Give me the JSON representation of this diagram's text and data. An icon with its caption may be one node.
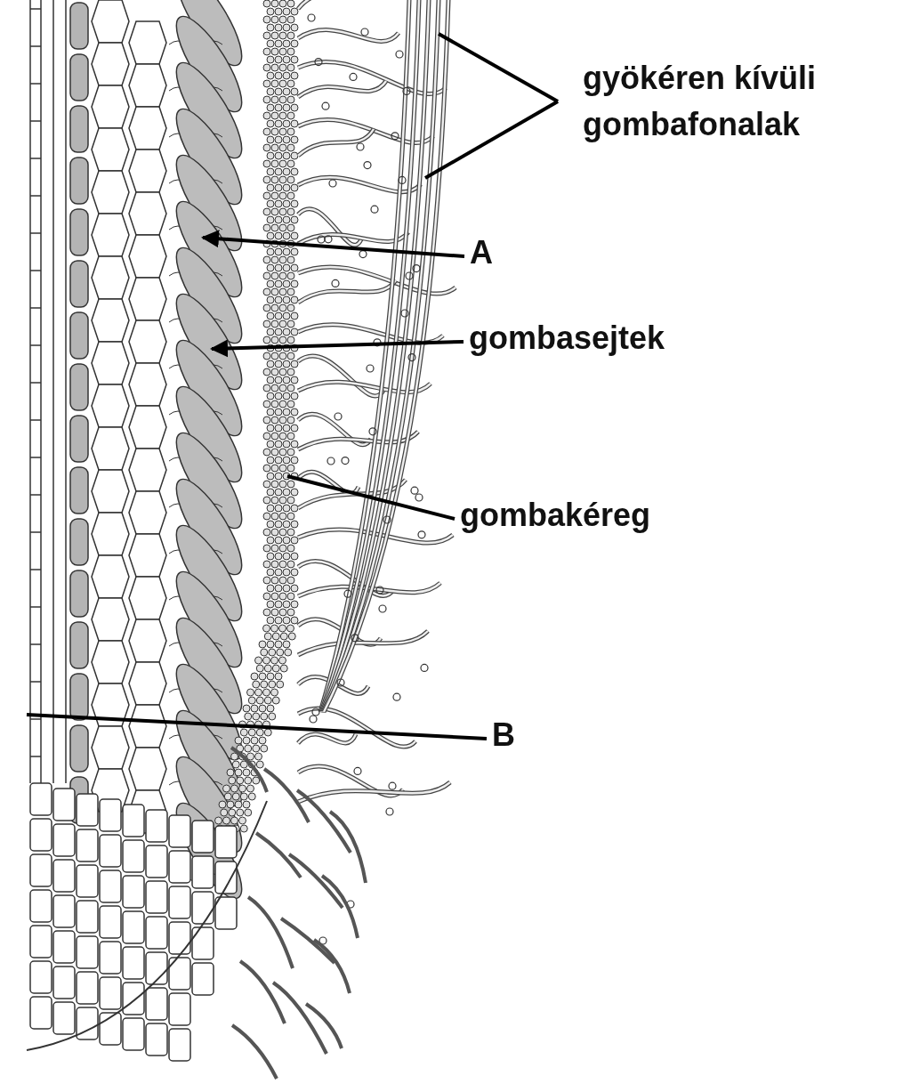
{
  "diagram": {
    "nodes": [
      {
        "text": [
          "gyökéren kívüli gombafonalak"
        ]
      },
      {
        "text": [
          "A"
        ]
      },
      {
        "text": [
          "gombasejtek"
        ]
      },
      {
        "text": [
          "gombakéreg"
        ]
      },
      {
        "text": [
          "B"
        ]
      }
    ],
    "edges": [
      {
        "from": 0,
        "to": null,
        "arrow": "none"
      },
      {
        "from": 0,
        "to": null,
        "arrow": "none"
      },
      {
        "from": 1,
        "to": null,
        "arrow": "to"
      },
      {
        "from": 2,
        "to": null,
        "arrow": "to"
      },
      {
        "from": 3,
        "to": null,
        "arrow": "none"
      },
      {
        "from": 4,
        "to": null,
        "arrow": "none"
      }
    ]
  }
}
